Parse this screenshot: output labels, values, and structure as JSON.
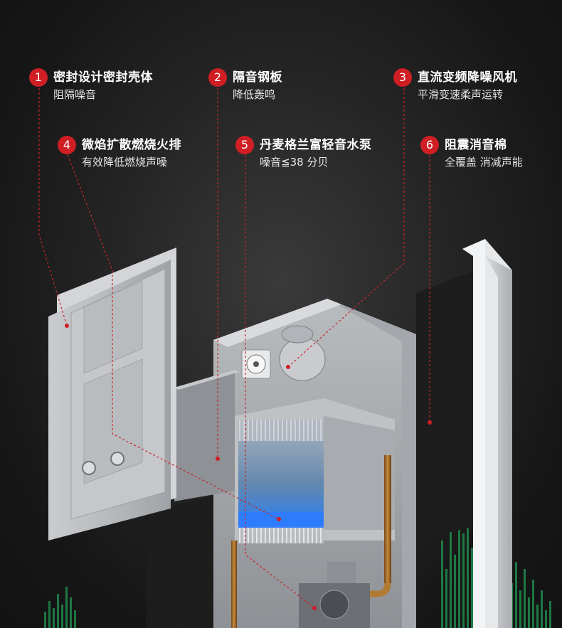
{
  "features": [
    {
      "number": "1",
      "title": "密封设计密封壳体",
      "subtitle": "阻隔噪音"
    },
    {
      "number": "2",
      "title": "隔音钢板",
      "subtitle": "降低轰鸣"
    },
    {
      "number": "3",
      "title": "直流变频降噪风机",
      "subtitle": "平滑变速柔声运转"
    },
    {
      "number": "4",
      "title": "微焰扩散燃烧火排",
      "subtitle": "有效降低燃烧声噪"
    },
    {
      "number": "5",
      "title": "丹麦格兰富轻音水泵",
      "subtitle": "噪音≦38 分贝"
    },
    {
      "number": "6",
      "title": "阻震消音棉",
      "subtitle": "全覆盖 消减声能"
    }
  ],
  "colors": {
    "accent": "#d01f24",
    "background": "#1a1a1a",
    "sound_wave": "#1f8a4c"
  }
}
